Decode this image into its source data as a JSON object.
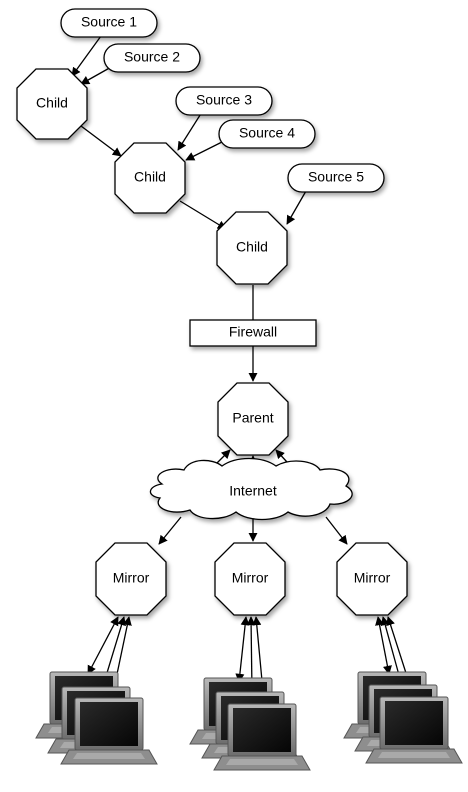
{
  "sources": [
    {
      "label": "Source 1"
    },
    {
      "label": "Source 2"
    },
    {
      "label": "Source 3"
    },
    {
      "label": "Source 4"
    },
    {
      "label": "Source 5"
    }
  ],
  "children": [
    {
      "label": "Child"
    },
    {
      "label": "Child"
    },
    {
      "label": "Child"
    }
  ],
  "firewall": {
    "label": "Firewall"
  },
  "parent": {
    "label": "Parent"
  },
  "internet": {
    "label": "Internet"
  },
  "mirrors": [
    {
      "label": "Mirror"
    },
    {
      "label": "Mirror"
    },
    {
      "label": "Mirror"
    }
  ]
}
